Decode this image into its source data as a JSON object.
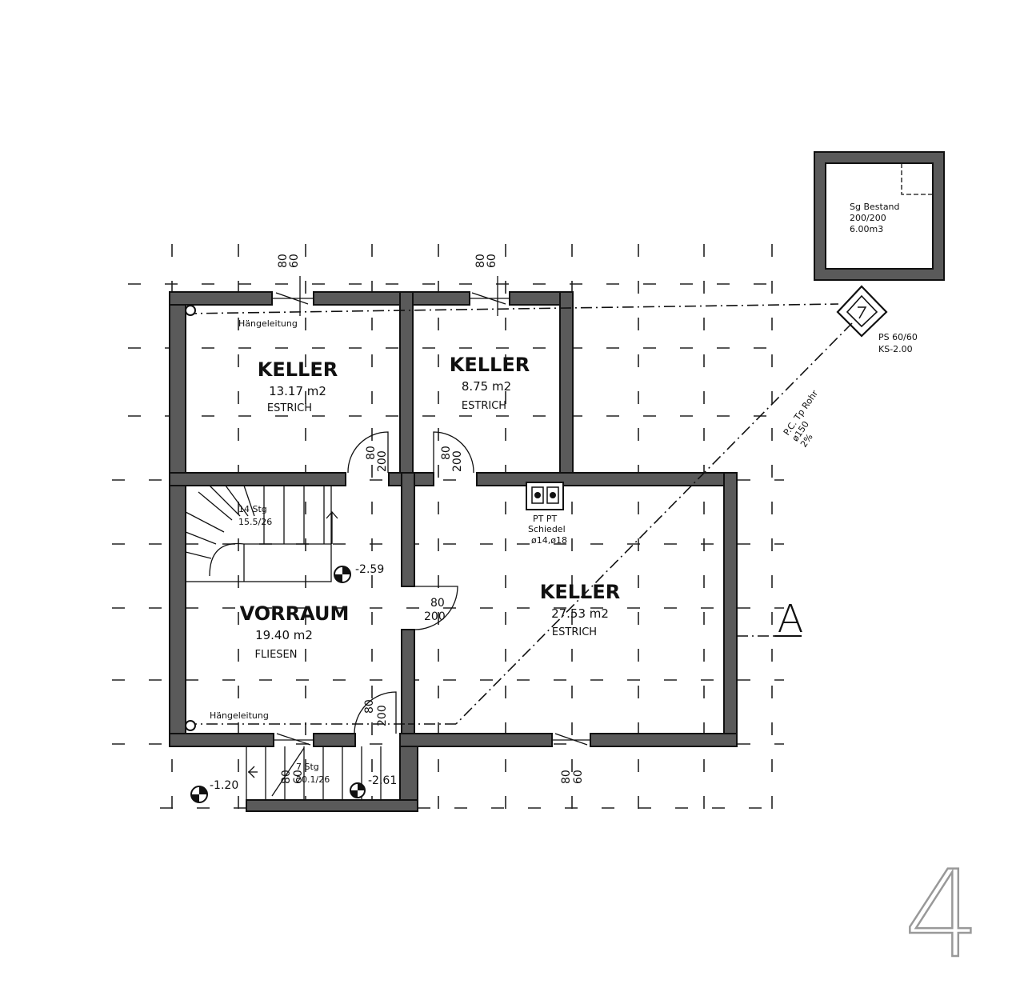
{
  "rooms": [
    {
      "name": "KELLER",
      "area": "13.17 m2",
      "floor": "ESTRICH"
    },
    {
      "name": "KELLER",
      "area": "8.75 m2",
      "floor": "ESTRICH"
    },
    {
      "name": "KELLER",
      "area": "27.53 m2",
      "floor": "ESTRICH"
    },
    {
      "name": "VORRAUM",
      "area": "19.40 m2",
      "floor": "FLIESEN"
    }
  ],
  "annotations": {
    "haengeleitung": "Hängeleitung",
    "septic": {
      "line1": "Sg Bestand",
      "line2": "200/200",
      "line3": "6.00m3"
    },
    "shaft": {
      "line1": "PS 60/60",
      "line2": "KS-2.00"
    },
    "pipe": {
      "line1": "P.C. Tp Rohr",
      "line2": "ø150",
      "line3": "2%"
    },
    "chimney": {
      "line1": "PT PT",
      "line2": "Schiedel",
      "line3": "ø14,ø18"
    },
    "stair_upper": {
      "line1": "14 Stg",
      "line2": "15.5/26"
    },
    "stair_lower": {
      "line1": "7 Stg",
      "line2": "20.1/26"
    },
    "section_mark": "A",
    "page_number": "4"
  },
  "levels": {
    "vorraum": "-2.59",
    "outside": "-1.20",
    "stair_base": "-2.61"
  },
  "openings": {
    "d80": "80",
    "d60": "60",
    "d200": "200"
  }
}
